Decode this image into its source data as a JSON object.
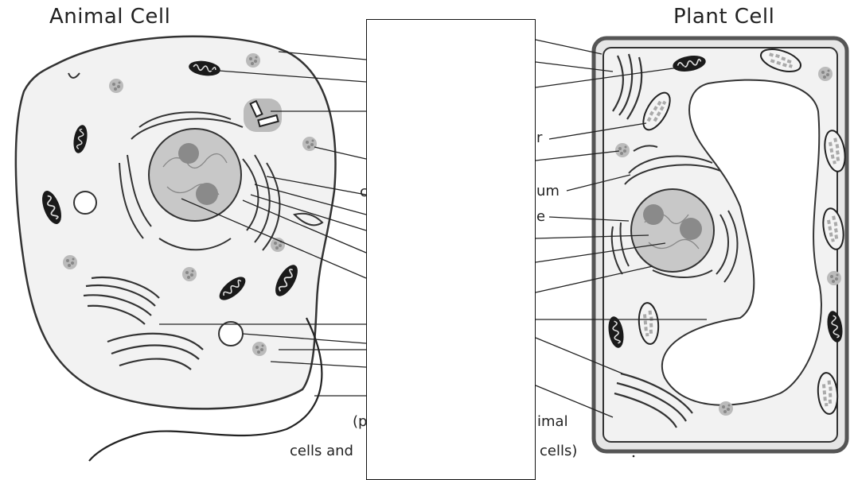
{
  "titles": {
    "animal": "Animal Cell",
    "plant": "Plant Cell"
  },
  "partial_labels": {
    "plant_r": "r",
    "plant_reticulum": "um",
    "plant_e": "e",
    "animal_c": "c",
    "caption_line1_left": "(p",
    "caption_line1_right": "imal",
    "caption_line2_left": "cells and",
    "caption_line2_right": "cells)"
  },
  "colors": {
    "cytoplasm": "#f2f2f2",
    "outline": "#333333",
    "nucleus": "#c8c8c8",
    "nucleolus": "#8a8a8a",
    "cell_wall": "#555555"
  }
}
